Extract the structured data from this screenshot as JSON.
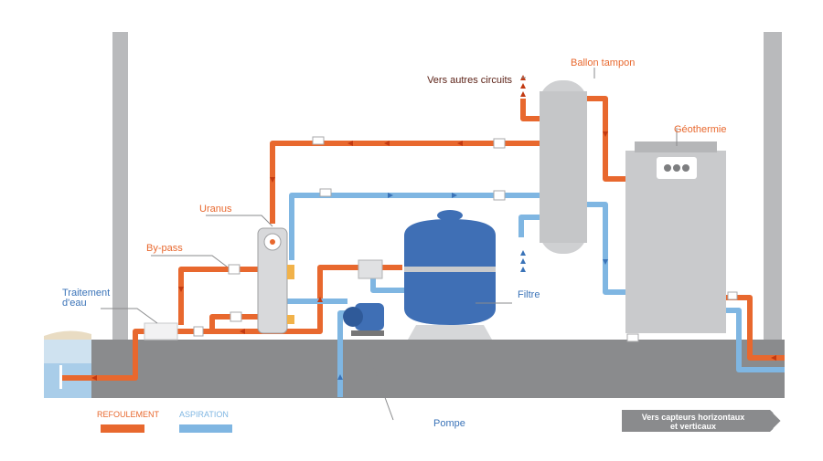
{
  "colors": {
    "refoulement": "#e8682e",
    "aspiration": "#7fb6e2",
    "ground": "#8a8b8d",
    "wall": "#b9babc",
    "tank": "#cfd0d2",
    "filter": "#3f6fb5",
    "label_orange": "#e8682e",
    "label_blue": "#3a73b8",
    "label_dark": "#5a1f14"
  },
  "labels": {
    "vers_autres_circuits": "Vers autres circuits",
    "ballon_tampon": "Ballon tampon",
    "geothermie": "Géothermie",
    "uranus": "Uranus",
    "bypass": "By-pass",
    "traitement_line1": "Traitement",
    "traitement_line2": "d'eau",
    "filtre": "Filtre",
    "pompe": "Pompe"
  },
  "legend": {
    "refoulement": "REFOULEMENT",
    "aspiration": "ASPIRATION"
  },
  "callout": {
    "line1": "Vers capteurs horizontaux",
    "line2": "et verticaux"
  }
}
